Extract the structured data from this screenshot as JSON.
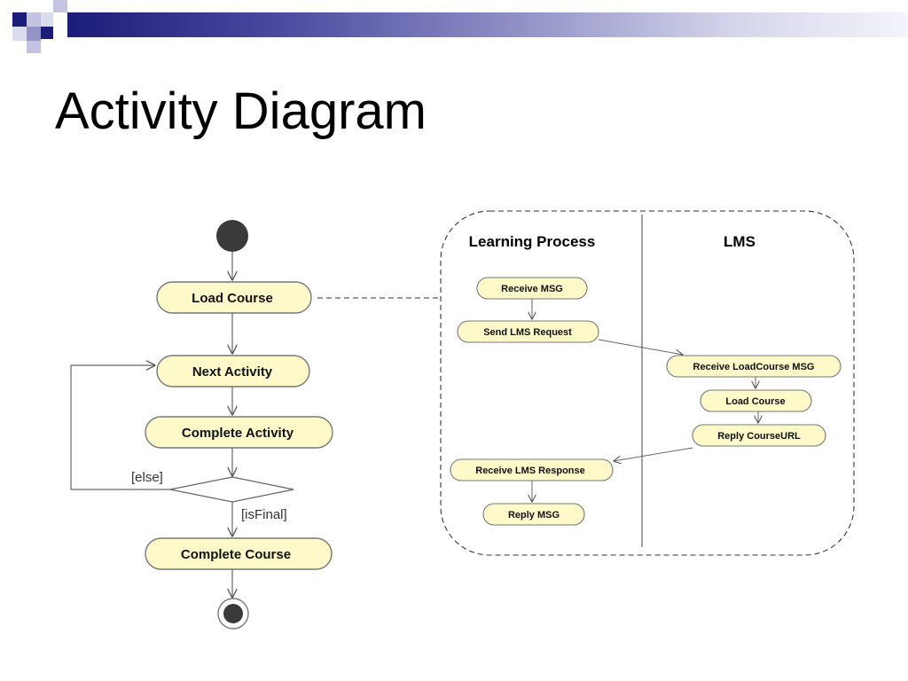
{
  "slide": {
    "title": "Activity Diagram"
  },
  "colors": {
    "node_fill": "#fdf9c9",
    "node_stroke": "#666666",
    "accent_dark": "#1c1c7a",
    "accent_light": "#b4b4dc"
  },
  "diagram": {
    "main_flow": {
      "load_course": "Load Course",
      "next_activity": "Next Activity",
      "complete_activity": "Complete Activity",
      "complete_course": "Complete Course",
      "guard_else": "[else]",
      "guard_is_final": "[isFinal]"
    },
    "swimlanes": {
      "learning_process_label": "Learning Process",
      "lms_label": "LMS",
      "receive_msg": "Receive MSG",
      "send_lms_request": "Send LMS Request",
      "receive_loadcourse_msg": "Receive LoadCourse MSG",
      "load_course": "Load Course",
      "reply_courseurl": "Reply CourseURL",
      "receive_lms_response": "Receive LMS Response",
      "reply_msg": "Reply MSG"
    }
  }
}
